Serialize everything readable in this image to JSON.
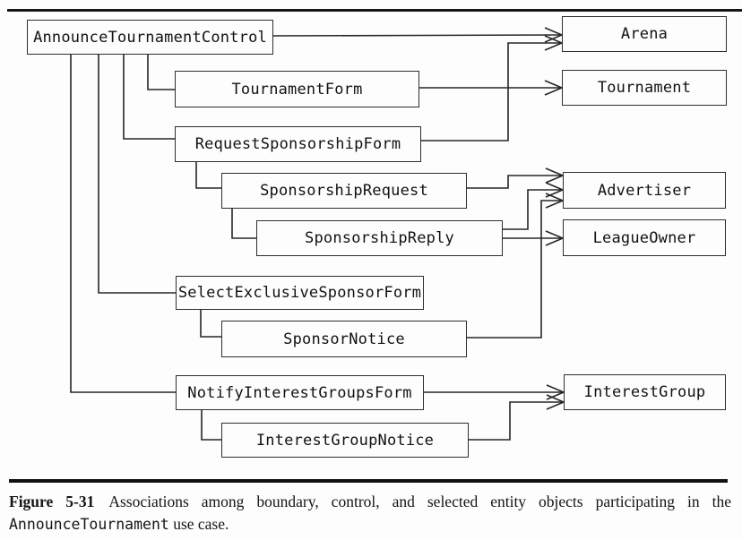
{
  "figure": {
    "label": "Figure 5-31",
    "caption_main": "Associations among boundary, control, and selected entity objects participating in the",
    "caption_code": "AnnounceTournament",
    "caption_tail": " use case."
  },
  "diagram": {
    "line_color": "#262626",
    "box_border_color": "#2e2e2e",
    "background_color": "#fdfdfd",
    "nodes": [
      {
        "label": "AnnounceTournamentControl"
      },
      {
        "label": "Arena"
      },
      {
        "label": "TournamentForm"
      },
      {
        "label": "Tournament"
      },
      {
        "label": "RequestSponsorshipForm"
      },
      {
        "label": "SponsorshipRequest"
      },
      {
        "label": "Advertiser"
      },
      {
        "label": "SponsorshipReply"
      },
      {
        "label": "LeagueOwner"
      },
      {
        "label": "SelectExclusiveSponsorForm"
      },
      {
        "label": "SponsorNotice"
      },
      {
        "label": "NotifyInterestGroupsForm"
      },
      {
        "label": "InterestGroup"
      },
      {
        "label": "InterestGroupNotice"
      }
    ],
    "edges": [
      {
        "from": "AnnounceTournamentControl",
        "to": "Arena",
        "arrow": true
      },
      {
        "from": "AnnounceTournamentControl",
        "to": "TournamentForm",
        "arrow": false
      },
      {
        "from": "AnnounceTournamentControl",
        "to": "RequestSponsorshipForm",
        "arrow": false
      },
      {
        "from": "AnnounceTournamentControl",
        "to": "SelectExclusiveSponsorForm",
        "arrow": false
      },
      {
        "from": "AnnounceTournamentControl",
        "to": "NotifyInterestGroupsForm",
        "arrow": false
      },
      {
        "from": "TournamentForm",
        "to": "Tournament",
        "arrow": true
      },
      {
        "from": "RequestSponsorshipForm",
        "to": "Arena",
        "arrow": true
      },
      {
        "from": "RequestSponsorshipForm",
        "to": "SponsorshipRequest",
        "arrow": false
      },
      {
        "from": "SponsorshipRequest",
        "to": "Advertiser",
        "arrow": true
      },
      {
        "from": "SponsorshipRequest",
        "to": "SponsorshipReply",
        "arrow": false
      },
      {
        "from": "SponsorshipReply",
        "to": "Advertiser",
        "arrow": true
      },
      {
        "from": "SponsorshipReply",
        "to": "LeagueOwner",
        "arrow": true
      },
      {
        "from": "SelectExclusiveSponsorForm",
        "to": "SponsorNotice",
        "arrow": false
      },
      {
        "from": "SponsorNotice",
        "to": "Advertiser",
        "arrow": true
      },
      {
        "from": "NotifyInterestGroupsForm",
        "to": "InterestGroup",
        "arrow": true
      },
      {
        "from": "NotifyInterestGroupsForm",
        "to": "InterestGroupNotice",
        "arrow": false
      },
      {
        "from": "InterestGroupNotice",
        "to": "InterestGroup",
        "arrow": true
      }
    ]
  }
}
